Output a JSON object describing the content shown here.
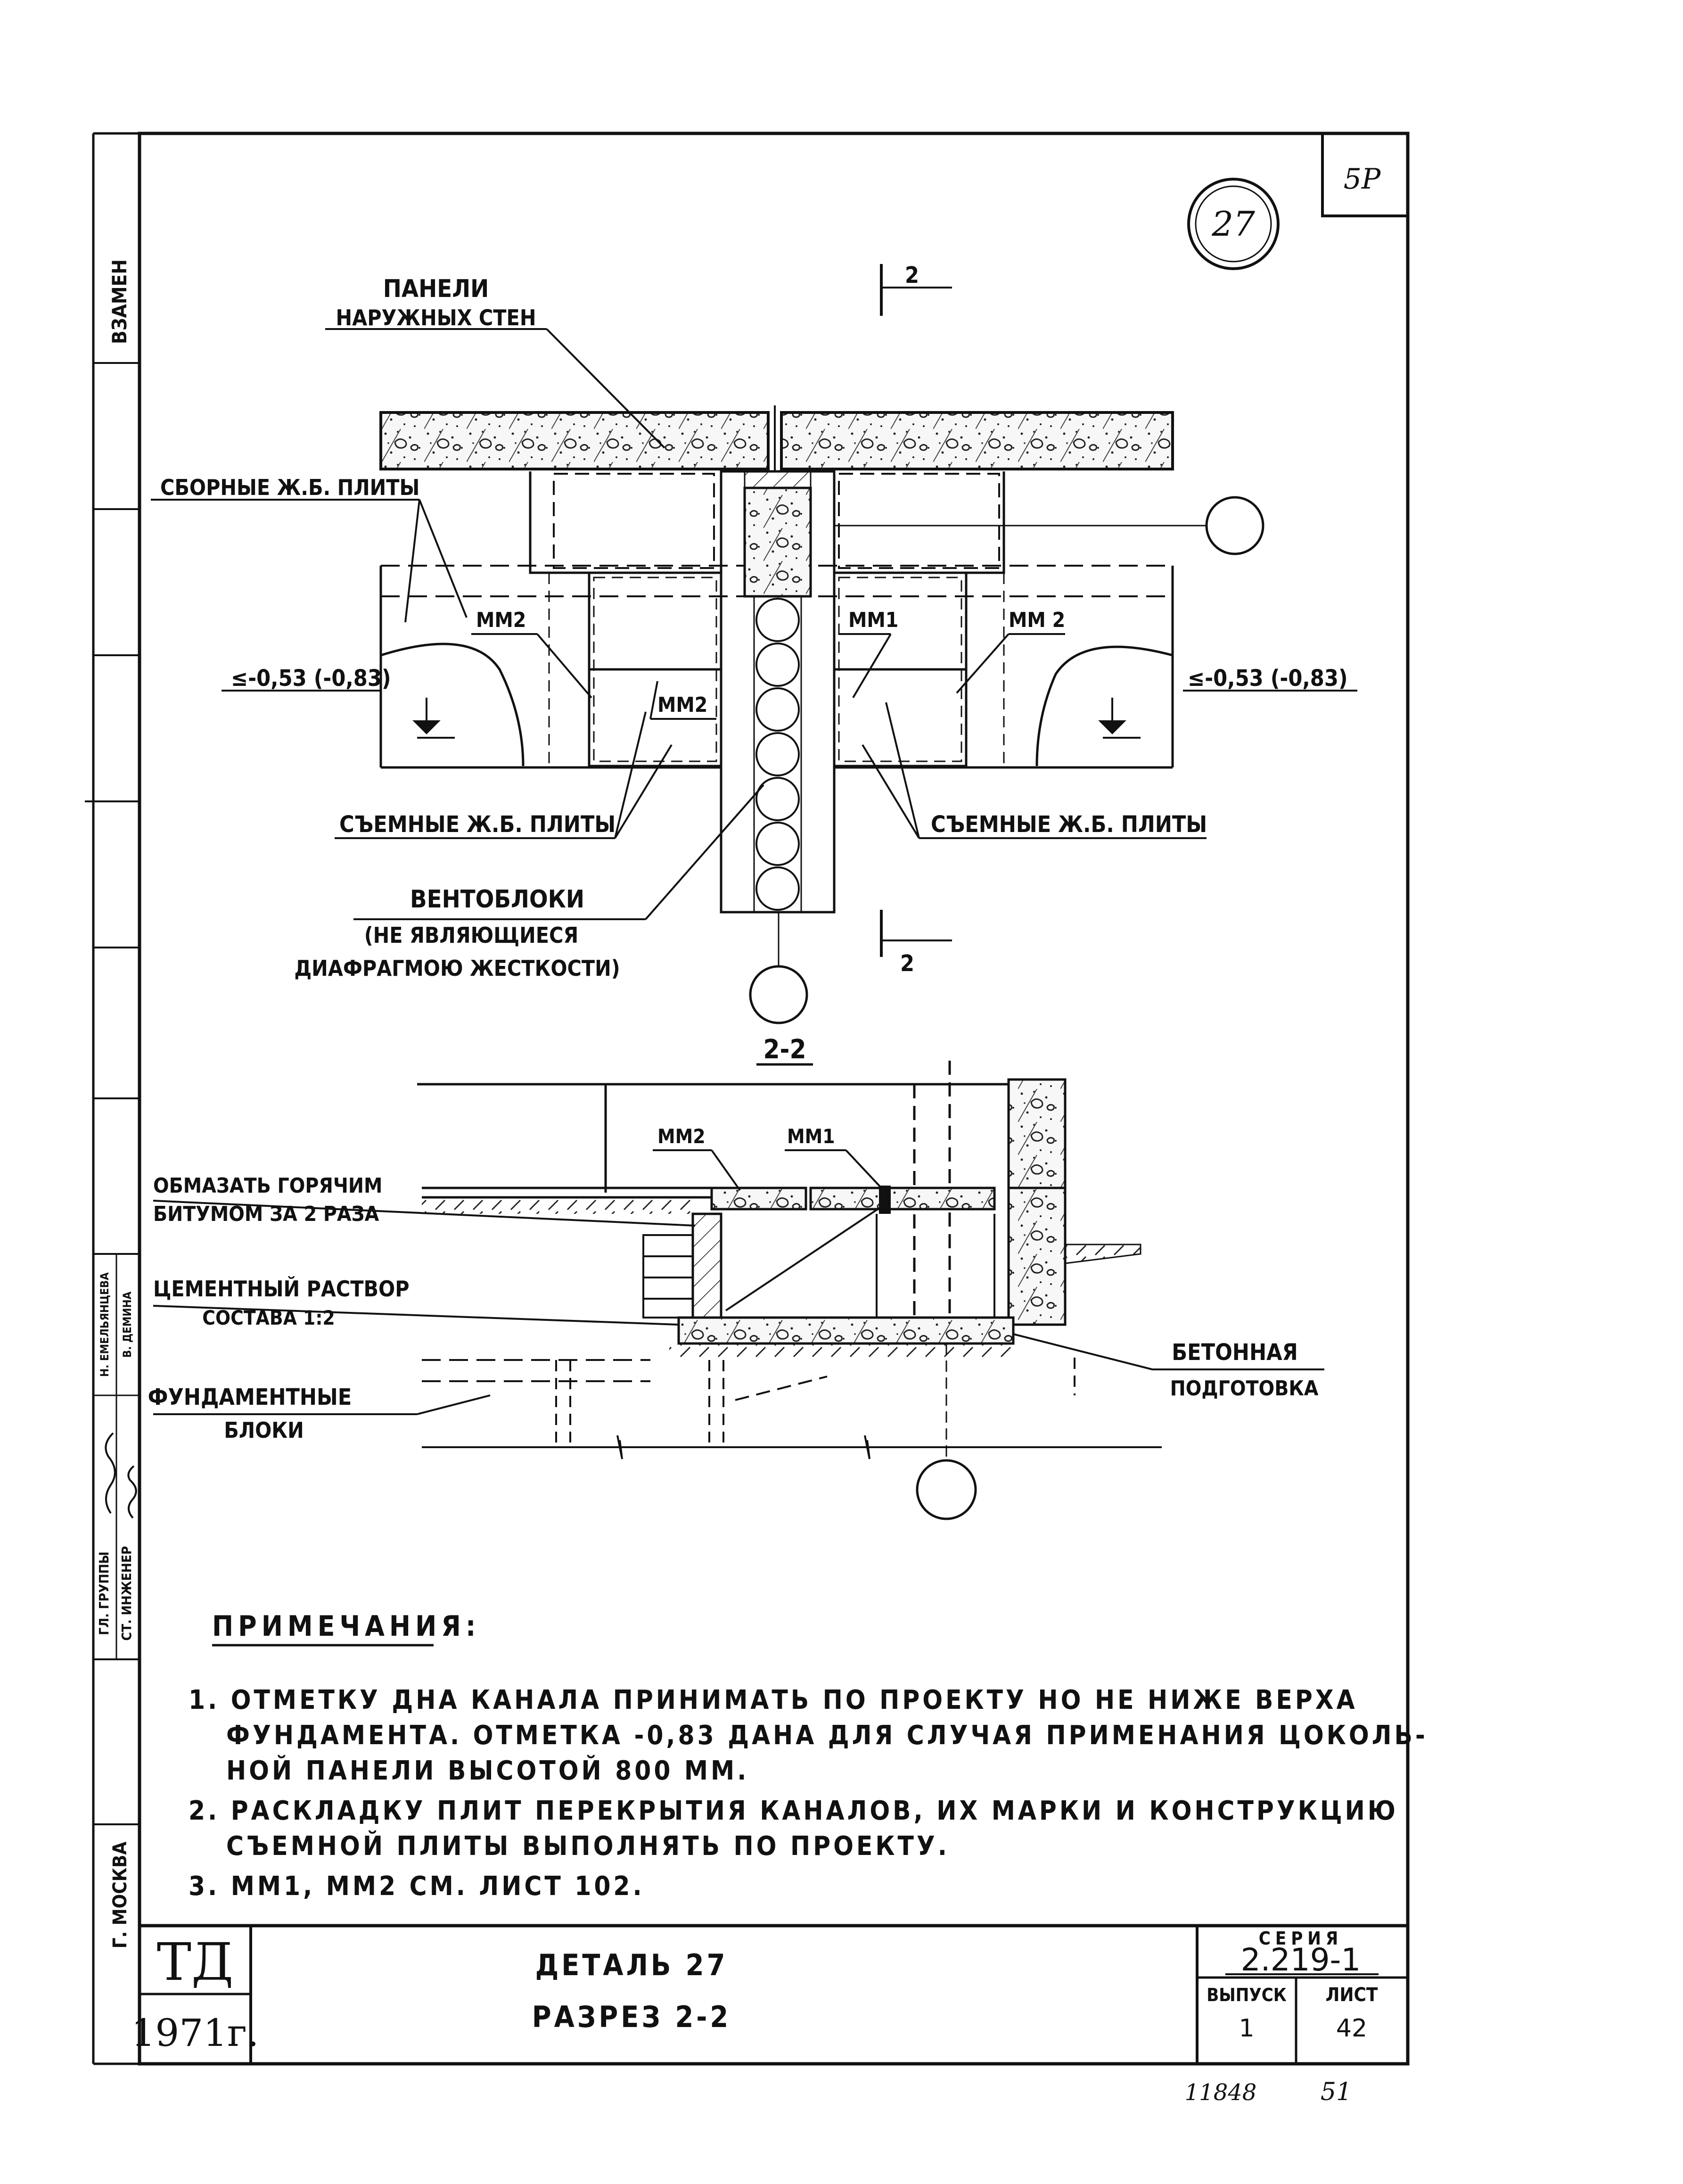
{
  "sheet_corner_number": "5P",
  "detail_marker": "27",
  "left_margin": {
    "top_label": "ВЗАМЕН",
    "city": "Г. МОСКВА",
    "role_1": "ГЛ. ГРУППЫ",
    "role_2": "СТ. ИНЖЕНЕР",
    "name_1": "Н. ЕМЕЛЬЯНЦЕВА",
    "name_2": "В. ДЕМИНА"
  },
  "plan": {
    "section_mark_top": "2",
    "section_mark_bottom": "2",
    "callouts": {
      "panels_line1": "ПАНЕЛИ",
      "panels_line2": "НАРУЖНЫХ СТЕН",
      "precast_slabs": "СБОРНЫЕ Ж.Б. ПЛИТЫ",
      "mm2_left": "ММ2",
      "mm2_center": "ММ2",
      "mm1": "ММ1",
      "mm2_right": "ММ 2",
      "level_left": "≤-0,53 (-0,83)",
      "level_right": "≤-0,53 (-0,83)",
      "removable_left": "СЪЕМНЫЕ Ж.Б. ПЛИТЫ",
      "removable_right": "СЪЕМНЫЕ Ж.Б. ПЛИТЫ",
      "vent_line1": "ВЕНТОБЛОКИ",
      "vent_line2": "(НЕ ЯВЛЯЮЩИЕСЯ",
      "vent_line3": "ДИАФРАГМОЮ ЖЕСТКОСТИ)"
    }
  },
  "section": {
    "title": "2-2",
    "callouts": {
      "mm2": "ММ2",
      "mm1": "ММ1",
      "bitumen_line1": "ОБМАЗАТЬ ГОРЯЧИМ",
      "bitumen_line2": "БИТУМОМ ЗА 2 РАЗА",
      "mortar_line1": "ЦЕМЕНТНЫЙ РАСТВОР",
      "mortar_line2": "СОСТАВА 1:2",
      "blocks_line1": "ФУНДАМЕНТНЫЕ",
      "blocks_line2": "БЛОКИ",
      "concrete_line1": "БЕТОННАЯ",
      "concrete_line2": "ПОДГОТОВКА"
    }
  },
  "notes": {
    "heading": "ПРИМЕЧАНИЯ:",
    "lines": [
      "1. ОТМЕТКУ ДНА КАНАЛА ПРИНИМАТЬ ПО ПРОЕКТУ НО НЕ НИЖЕ ВЕРХА",
      "ФУНДАМЕНТА. ОТМЕТКА -0,83 ДАНА ДЛЯ СЛУЧАЯ ПРИМЕНАНИЯ ЦОКОЛЬ-",
      "НОЙ ПАНЕЛИ ВЫСОТОЙ 800 ММ.",
      "2. РАСКЛАДКУ ПЛИТ ПЕРЕКРЫТИЯ КАНАЛОВ, ИХ МАРКИ И КОНСТРУКЦИЮ",
      "СЪЕМНОЙ ПЛИТЫ ВЫПОЛНЯТЬ ПО ПРОЕКТУ.",
      "3. ММ1, ММ2 СМ. ЛИСТ 102."
    ]
  },
  "title_block": {
    "org": "ТД",
    "year": "1971г.",
    "title_line1": "ДЕТАЛЬ 27",
    "title_line2": "РАЗРЕЗ 2-2",
    "series_label": "СЕРИЯ",
    "series_value": "2.219-1",
    "issue_label": "ВЫПУСК",
    "issue_value": "1",
    "sheet_label": "ЛИСТ",
    "sheet_value": "42"
  },
  "footer": {
    "inventory_number": "11848",
    "page_number": "51"
  }
}
